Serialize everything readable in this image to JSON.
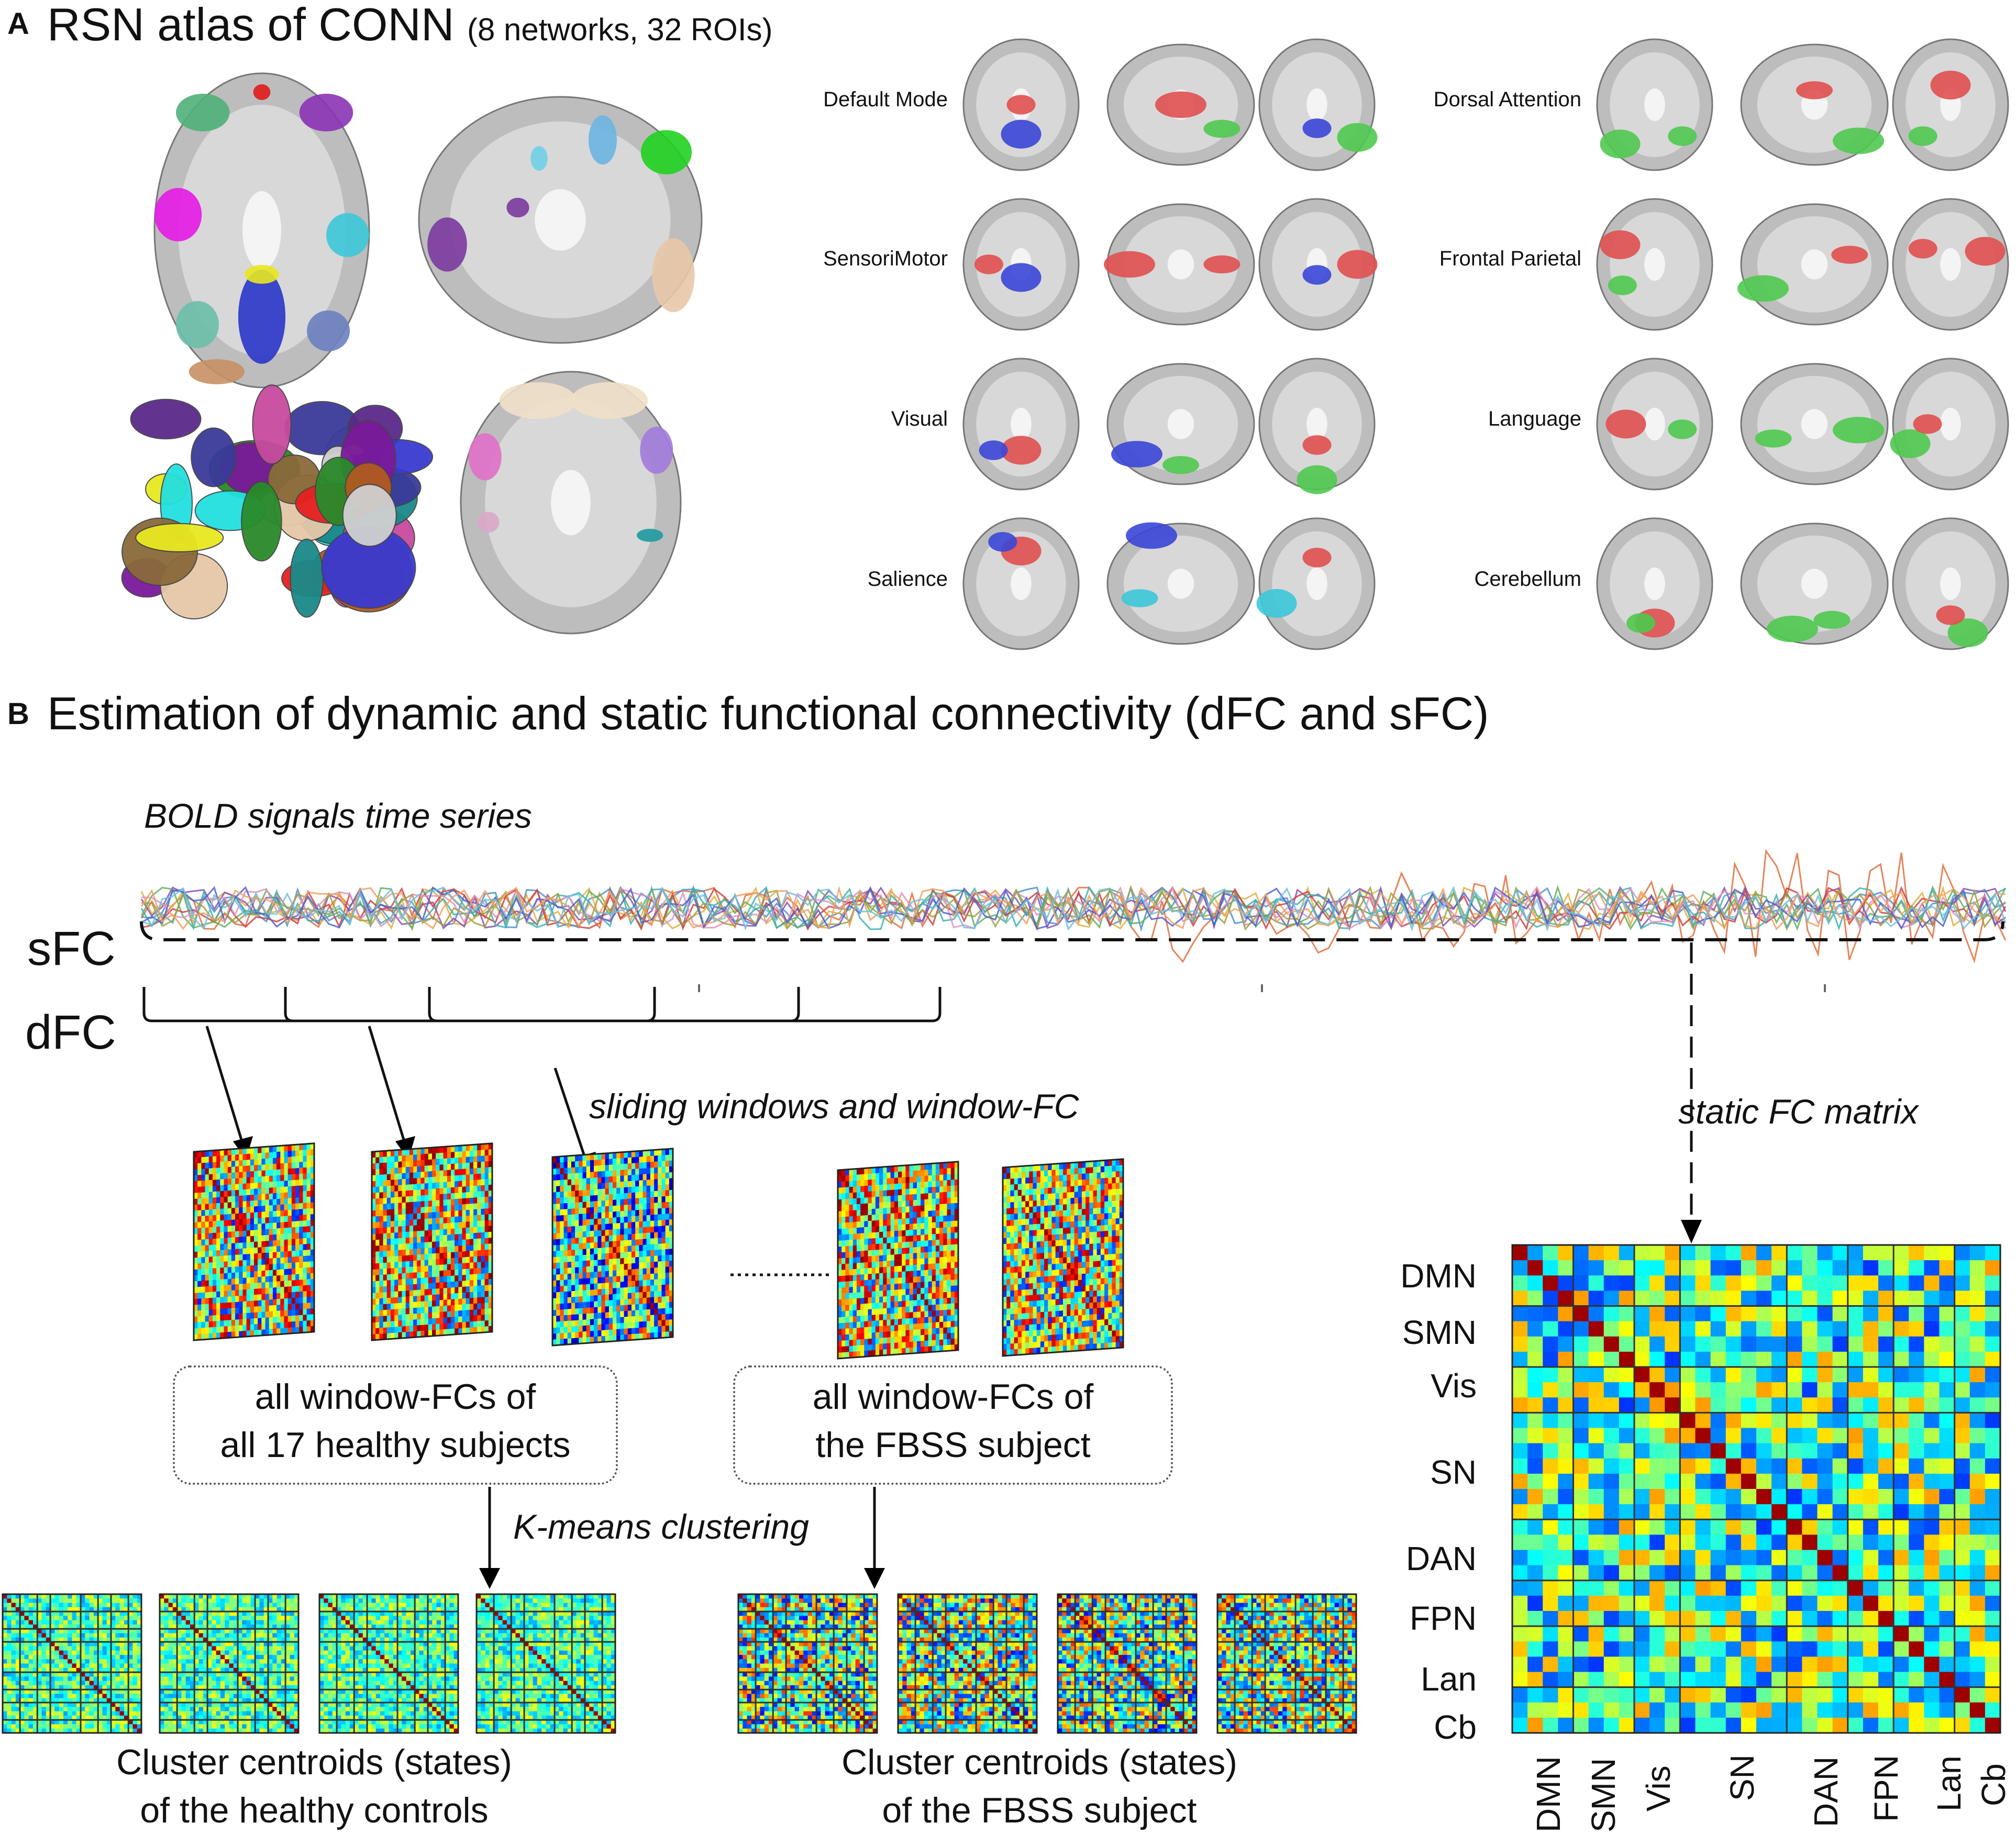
{
  "panel_a": {
    "letter": "A",
    "title": "RSN atlas of CONN",
    "subtitle": "(8 networks, 32 ROIs)",
    "networks_left": [
      "Default Mode",
      "SensoriMotor",
      "Visual",
      "Salience"
    ],
    "networks_right": [
      "Dorsal Attention",
      "Frontal Parietal",
      "Language",
      "Cerebellum"
    ]
  },
  "panel_b": {
    "letter": "B",
    "title": "Estimation of dynamic and static functional connectivity (dFC and sFC)",
    "bold_label": "BOLD signals time series",
    "sfc_label": "sFC",
    "dfc_label": "dFC",
    "sliding_label": "sliding windows and window-FC",
    "static_label": "static FC matrix",
    "box_healthy": [
      "all window-FCs of",
      "all 17 healthy subjects"
    ],
    "box_fbss": [
      "all window-FCs of",
      "the FBSS subject"
    ],
    "kmeans_label": "K-means clustering",
    "caption_healthy": [
      "Cluster centroids (states)",
      "of the healthy controls"
    ],
    "caption_fbss": [
      "Cluster centroids (states)",
      "of the FBSS subject"
    ],
    "matrix_rows": [
      "DMN",
      "SMN",
      "Vis",
      "SN",
      "DAN",
      "FPN",
      "Lan",
      "Cb"
    ],
    "matrix_cols": [
      "DMN",
      "SMN",
      "Vis",
      "SN",
      "DAN",
      "FPN",
      "Lan",
      "Cb"
    ]
  },
  "colors": {
    "default_mode": "#3b46d6",
    "red_roi": "#e0504f",
    "green_roi": "#4fc94f",
    "jet_low": "#1d3fb8",
    "jet_high": "#9c0e0e"
  }
}
